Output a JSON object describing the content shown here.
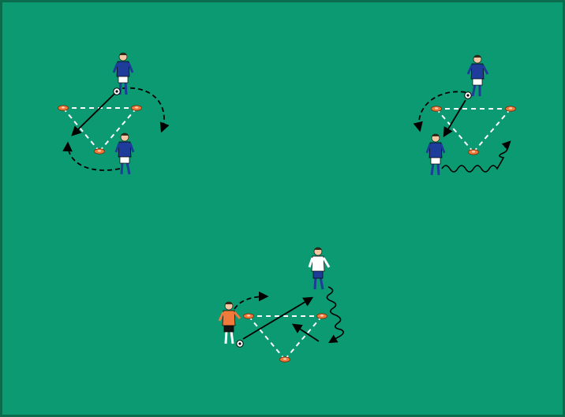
{
  "diagram": {
    "type": "soccer-drill",
    "colors": {
      "pitch": "#0b9a71",
      "border": "#0a6b4d",
      "cone": "#f07a3a",
      "cone_line": "#ffffff",
      "pass_arrow": "#000000",
      "blue_jersey": "#1e3c9a",
      "white_jersey": "#ffffff",
      "orange_jersey": "#f07a3a",
      "skin": "#f2c7a1",
      "hair": "#3a2a1a"
    },
    "exercises": [
      {
        "id": "top-left",
        "cones": 3,
        "players": [
          {
            "role": "passer",
            "kit": "blue-top-white-shorts"
          },
          {
            "role": "receiver",
            "kit": "blue-top-white-shorts"
          }
        ],
        "arrows": [
          {
            "kind": "pass",
            "style": "solid"
          },
          {
            "kind": "run",
            "style": "dashed-curve"
          },
          {
            "kind": "run",
            "style": "dashed-curve"
          }
        ]
      },
      {
        "id": "top-right",
        "cones": 3,
        "players": [
          {
            "role": "passer",
            "kit": "blue-top-white-shorts"
          },
          {
            "role": "receiver",
            "kit": "blue-top-white-shorts"
          }
        ],
        "arrows": [
          {
            "kind": "pass",
            "style": "solid"
          },
          {
            "kind": "run",
            "style": "dashed-curve"
          },
          {
            "kind": "dribble",
            "style": "wavy"
          }
        ]
      },
      {
        "id": "bottom-center",
        "cones": 3,
        "players": [
          {
            "role": "server",
            "kit": "orange-top-black-shorts"
          },
          {
            "role": "attacker",
            "kit": "white-top-blue-shorts"
          }
        ],
        "arrows": [
          {
            "kind": "pass",
            "style": "solid"
          },
          {
            "kind": "run",
            "style": "dashed-curve"
          },
          {
            "kind": "dribble",
            "style": "wavy"
          },
          {
            "kind": "pass",
            "style": "solid"
          }
        ]
      }
    ]
  }
}
